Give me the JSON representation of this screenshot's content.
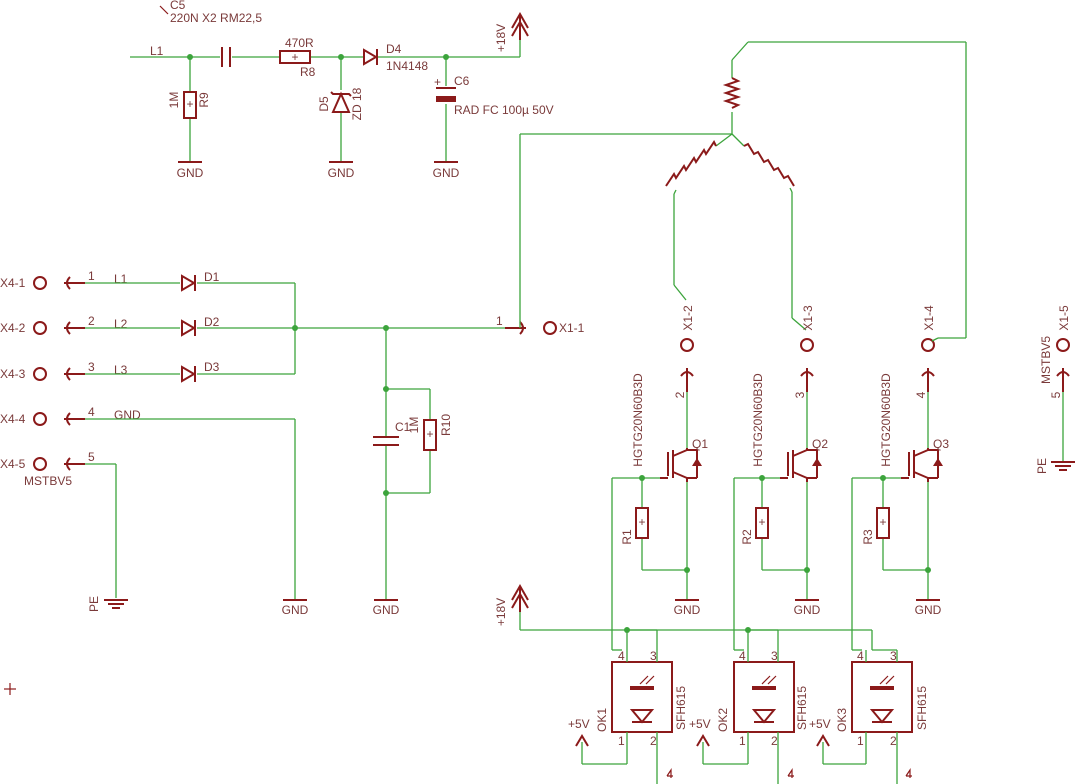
{
  "labels": {
    "c5_name": "C5",
    "c5_value": "220N X2 RM22,5",
    "l1_top": "L1",
    "r9_value": "1M",
    "r9_name": "R9",
    "r8_value": "470R",
    "r8_name": "R8",
    "d5_name": "D5",
    "d5_value": "ZD 18",
    "d4_name": "D4",
    "d4_value": "1N4148",
    "c6_name": "C6",
    "c6_value": "RAD FC 100µ 50V",
    "supply_top": "+18V",
    "supply_bottom": "+18V",
    "gnd": "GND",
    "pe": "PE",
    "x4_1": "X4-1",
    "x4_2": "X4-2",
    "x4_3": "X4-3",
    "x4_4": "X4-4",
    "x4_5": "X4-5",
    "pin1": "1",
    "pin2": "2",
    "pin3": "3",
    "pin4": "4",
    "pin5": "5",
    "net_l1": "L1",
    "net_l2": "L2",
    "net_l3": "L3",
    "net_gnd": "GND",
    "mstbv5": "MSTBV5",
    "d1_name": "D1",
    "d2_name": "D2",
    "d3_name": "D3",
    "c1_name": "C1",
    "r10_name": "R10",
    "r10_value": "1M",
    "x1_1": "X1-1",
    "x1_2": "X1-2",
    "x1_3": "X1-3",
    "x1_4": "X1-4",
    "x1_5": "X1-5",
    "igbt_type": "HGTG20N60B3D",
    "q1": "Q1",
    "q2": "Q2",
    "q3": "Q3",
    "r1": "R1",
    "r2": "R2",
    "r3": "R3",
    "ok1": "OK1",
    "ok2": "OK2",
    "ok3": "OK3",
    "sfh615": "SFH615",
    "plus5v": "+5V"
  }
}
